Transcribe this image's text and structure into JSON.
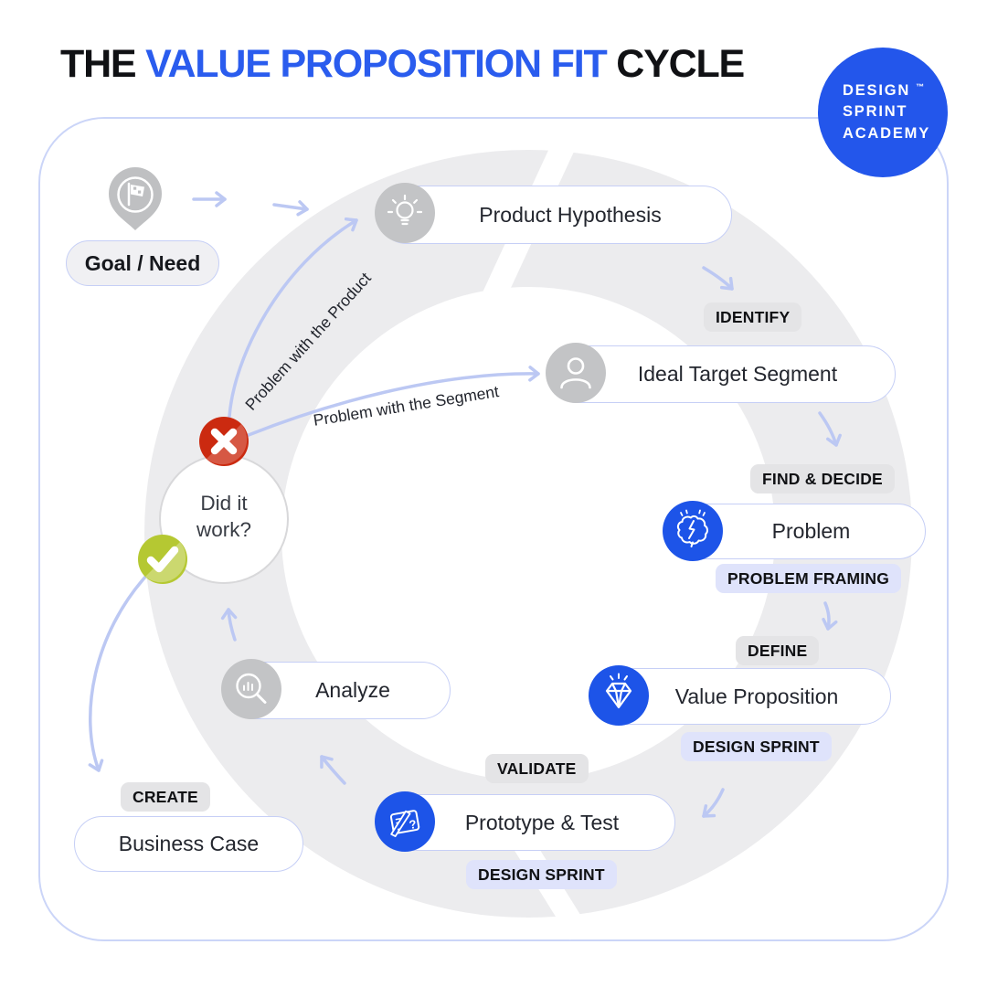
{
  "title": {
    "part1": "THE ",
    "highlight": "VALUE PROPOSITION FIT",
    "part2": " CYCLE"
  },
  "logo": {
    "line1": "DESIGN",
    "tm": "™",
    "line2": "SPRINT",
    "line3": "ACADEMY"
  },
  "start": {
    "label": "Goal / Need",
    "icon": "flag-pin-icon"
  },
  "center": {
    "label": "Did it work?",
    "yes_icon": "check-icon",
    "no_icon": "x-icon"
  },
  "nodes": {
    "product_hypothesis": {
      "label": "Product Hypothesis",
      "icon": "lightbulb-icon"
    },
    "ideal_target_segment": {
      "label": "Ideal Target Segment",
      "icon": "person-icon"
    },
    "problem": {
      "label": "Problem",
      "icon": "brain-icon"
    },
    "value_proposition": {
      "label": "Value Proposition",
      "icon": "diamond-icon"
    },
    "prototype_test": {
      "label": "Prototype & Test",
      "icon": "prototype-icon"
    },
    "analyze": {
      "label": "Analyze",
      "icon": "magnifier-chart-icon"
    },
    "business_case": {
      "label": "Business Case"
    }
  },
  "stage_labels": {
    "identify": "IDENTIFY",
    "find_decide": "FIND & DECIDE",
    "problem_framing": "PROBLEM FRAMING",
    "define": "DEFINE",
    "design_sprint_right": "DESIGN SPRINT",
    "validate": "VALIDATE",
    "design_sprint_bottom": "DESIGN SPRINT",
    "create": "CREATE"
  },
  "loop_labels": {
    "product": "Problem with the Product",
    "segment": "Problem with the Segment"
  },
  "colors": {
    "accent_blue": "#2a5cee",
    "logo_blue": "#2356eb",
    "icon_blue": "#1d54e8",
    "lavender_border": "#c6cff6",
    "arrow_lavender": "#bcc8f3",
    "label_gray_bg": "#e4e4e6",
    "label_lavender_bg": "#dfe3fb",
    "ring_gray": "#ececee",
    "icon_gray": "#c3c4c6",
    "no_red": "#cb2a10",
    "yes_green": "#b5c832"
  }
}
